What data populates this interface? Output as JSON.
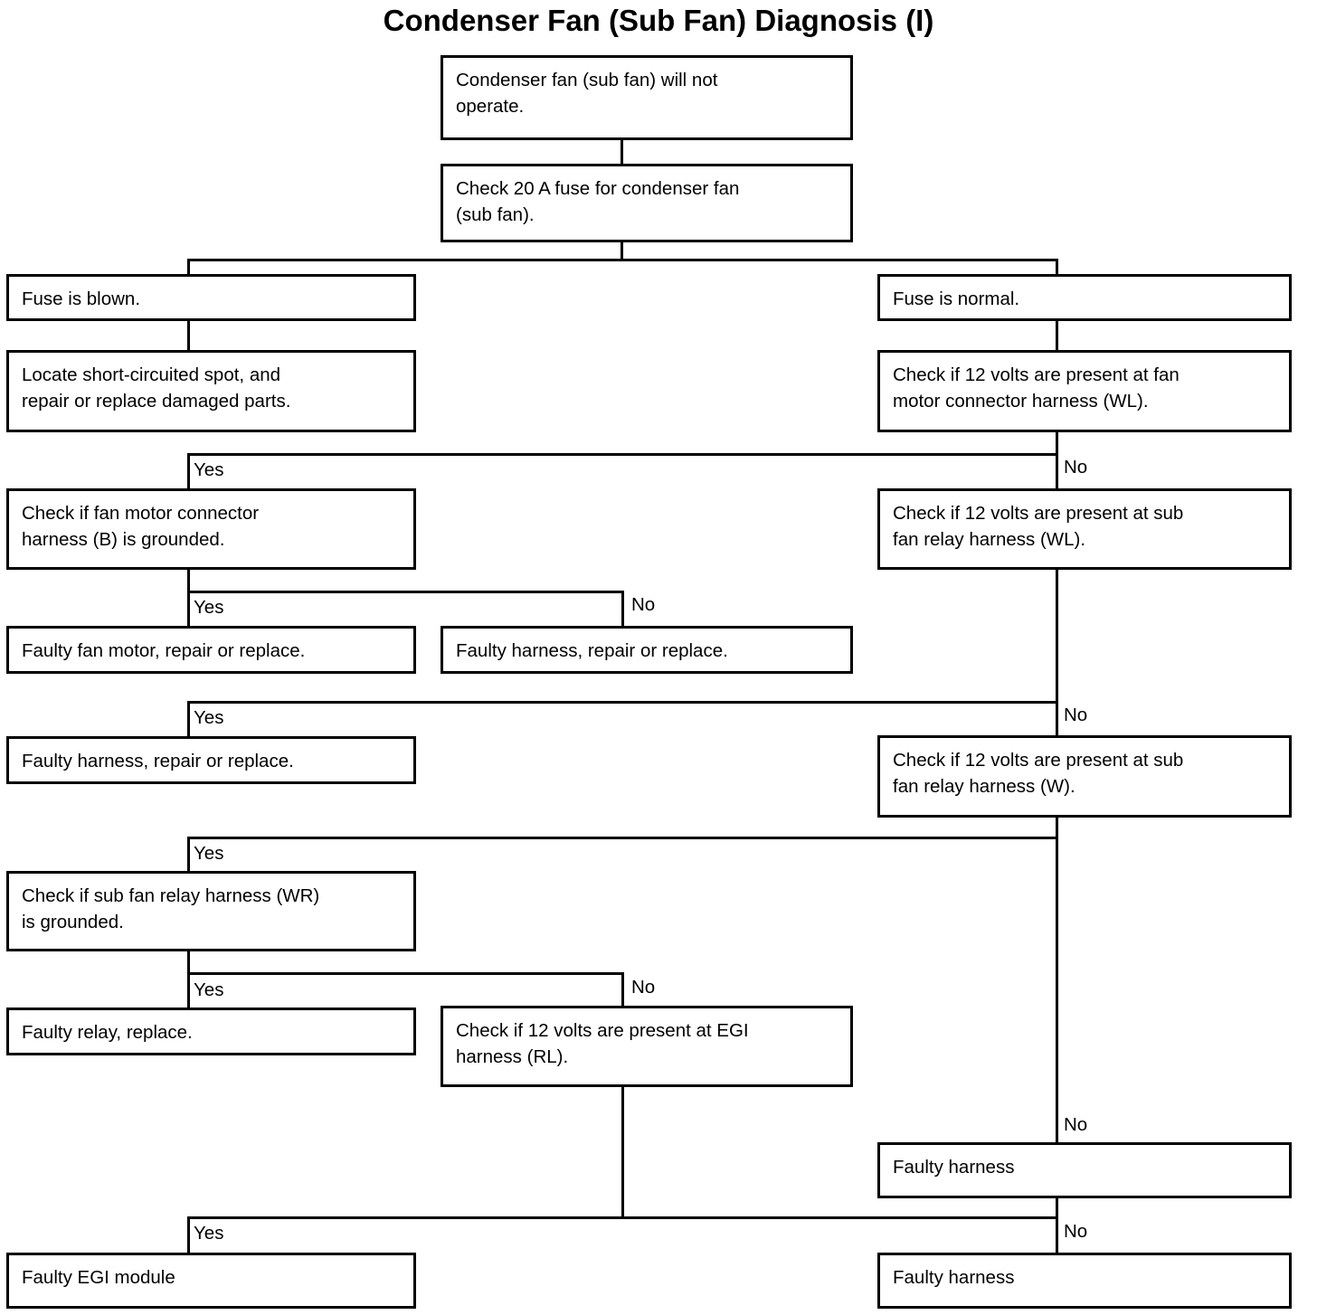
{
  "title": "Condenser Fan (Sub Fan) Diagnosis (I)",
  "chart_data": {
    "type": "diagram",
    "diagram_kind": "flowchart",
    "title": "Condenser Fan (Sub Fan) Diagnosis (I)",
    "nodes": [
      {
        "id": "n1",
        "text": "Condenser fan (sub fan) will not\noperate.",
        "column": "center"
      },
      {
        "id": "n2",
        "text": "Check 20 A fuse for condenser fan\n(sub fan).",
        "column": "center"
      },
      {
        "id": "n3",
        "text": "Fuse is blown.",
        "column": "left"
      },
      {
        "id": "n4",
        "text": "Fuse is normal.",
        "column": "right"
      },
      {
        "id": "n5",
        "text": "Locate short-circuited spot, and\nrepair or replace damaged parts.",
        "column": "left"
      },
      {
        "id": "n6",
        "text": "Check if 12 volts are present at fan\nmotor connector harness (WL).",
        "column": "right"
      },
      {
        "id": "n7",
        "text": "Check if fan motor connector\nharness (B) is grounded.",
        "column": "left"
      },
      {
        "id": "n8",
        "text": "Check if 12 volts are present at sub\nfan relay harness (WL).",
        "column": "right"
      },
      {
        "id": "n9",
        "text": "Faulty fan motor, repair or replace.",
        "column": "left"
      },
      {
        "id": "n10",
        "text": "Faulty harness, repair or replace.",
        "column": "center"
      },
      {
        "id": "n11",
        "text": "Faulty harness, repair or replace.",
        "column": "left"
      },
      {
        "id": "n12",
        "text": "Check if 12 volts are present at sub\nfan relay harness (W).",
        "column": "right"
      },
      {
        "id": "n13",
        "text": "Check if sub fan relay harness (WR)\nis grounded.",
        "column": "left"
      },
      {
        "id": "n14",
        "text": "Faulty relay, replace.",
        "column": "left"
      },
      {
        "id": "n15",
        "text": "Check if 12 volts are present at EGI\nharness (RL).",
        "column": "center"
      },
      {
        "id": "n16",
        "text": "Faulty harness",
        "column": "right"
      },
      {
        "id": "n17",
        "text": "Faulty EGI module",
        "column": "left"
      },
      {
        "id": "n18",
        "text": "Faulty harness",
        "column": "right"
      }
    ],
    "edge_labels": [
      {
        "id": "e1",
        "text": "Yes",
        "from": "n6",
        "to": "n7"
      },
      {
        "id": "e2",
        "text": "No",
        "from": "n6",
        "to": "n8"
      },
      {
        "id": "e3",
        "text": "Yes",
        "from": "n7",
        "to": "n9"
      },
      {
        "id": "e4",
        "text": "No",
        "from": "n7",
        "to": "n10"
      },
      {
        "id": "e5",
        "text": "Yes",
        "from": "n8",
        "to": "n11"
      },
      {
        "id": "e6",
        "text": "No",
        "from": "n8",
        "to": "n12"
      },
      {
        "id": "e7",
        "text": "Yes",
        "from": "n12",
        "to": "n13"
      },
      {
        "id": "e8",
        "text": "Yes",
        "from": "n13",
        "to": "n14"
      },
      {
        "id": "e9",
        "text": "No",
        "from": "n13",
        "to": "n15"
      },
      {
        "id": "e10",
        "text": "No",
        "from": "n12",
        "to": "n16"
      },
      {
        "id": "e11",
        "text": "Yes",
        "from": "n15",
        "to": "n17"
      },
      {
        "id": "e12",
        "text": "No",
        "from": "n15",
        "to": "n18"
      }
    ]
  }
}
